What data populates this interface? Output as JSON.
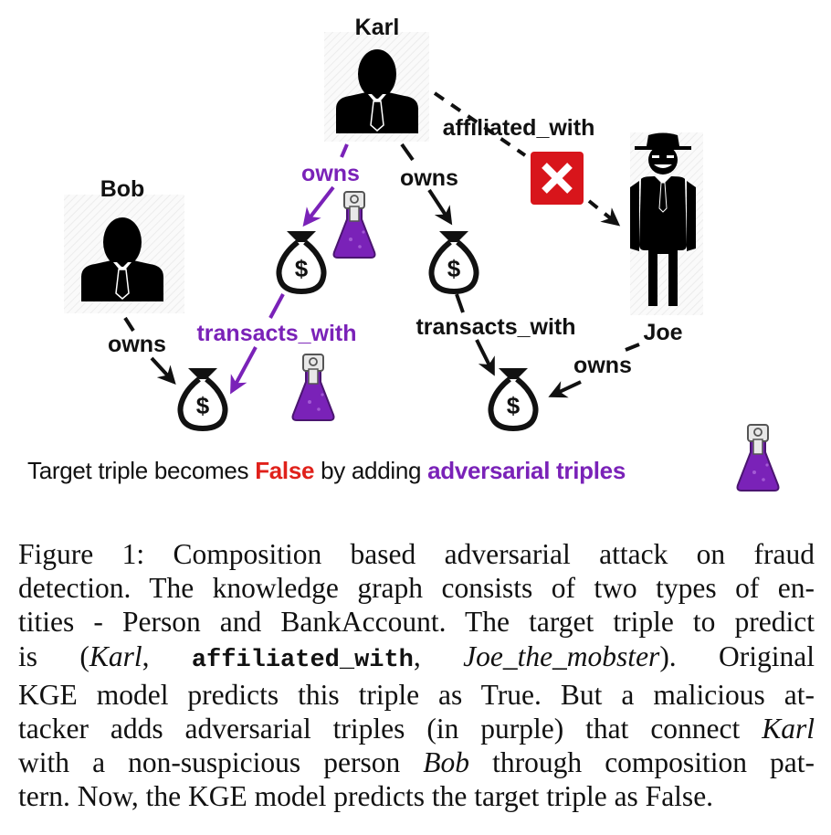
{
  "figure": {
    "nodes": {
      "karl": "Karl",
      "bob": "Bob",
      "joe": "Joe"
    },
    "edges": {
      "karl_affiliated_joe": "affiliated_with",
      "karl_owns_adv": "owns",
      "karl_owns": "owns",
      "bob_owns": "owns",
      "adv_transacts": "transacts_with",
      "transacts": "transacts_with",
      "joe_owns": "owns"
    },
    "colors": {
      "adversarial": "#7a22b8",
      "false": "#e0211b",
      "normal": "#111111"
    },
    "bottom_line": {
      "part1": "Target triple becomes ",
      "false_word": "False",
      "part2": " by adding ",
      "adv_phrase": "adversarial triples"
    }
  },
  "caption": {
    "label": "Figure 1:",
    "lines": [
      " Composition based adversarial attack on fraud",
      "detection. The knowledge graph consists of two types of en-",
      "tities - Person and BankAccount. The target triple to predict"
    ],
    "line4": {
      "pre": "is (",
      "karl": "Karl",
      "sep1": ", ",
      "relation": "affiliated_with",
      "sep2": ", ",
      "joe": "Joe_the_mobster",
      "post": ").  Original"
    },
    "line5": "KGE model predicts this triple as True.  But a malicious at-",
    "line6": {
      "pre": "tacker adds adversarial triples (in purple) that connect ",
      "karl": "Karl"
    },
    "line7": {
      "pre": "with a non-suspicious person ",
      "bob": "Bob",
      "post": " through composition pat-"
    },
    "line8": "tern. Now, the KGE model predicts the target triple as False."
  }
}
